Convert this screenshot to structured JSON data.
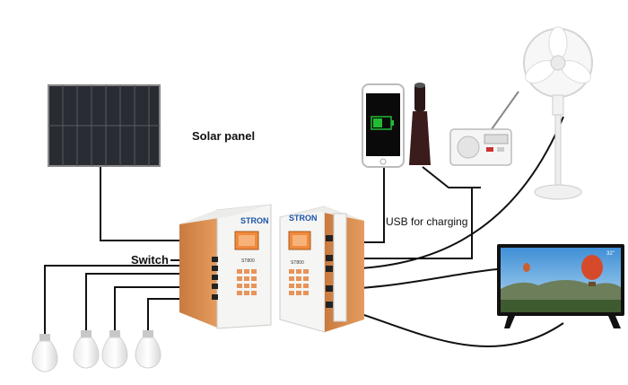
{
  "labels": {
    "solar_panel": "Solar panel",
    "switch": "Switch",
    "usb_charging": "USB for charging"
  },
  "devices": {
    "brand": "STRON",
    "model": "ST800",
    "tv_size": "32\""
  },
  "colors": {
    "wire": "#111111",
    "unit_orange": "#d9884a",
    "unit_body": "#f4f4f2",
    "screen": "#f08a3c",
    "keypad": "#e8935a",
    "phone_battery": "#22bb33",
    "tv_sky": "#5aa0d8"
  },
  "components": [
    "solar-panel",
    "control-unit-front",
    "control-unit-side",
    "smartphone",
    "flashlight",
    "radio",
    "stand-fan",
    "television",
    "led-bulb"
  ]
}
